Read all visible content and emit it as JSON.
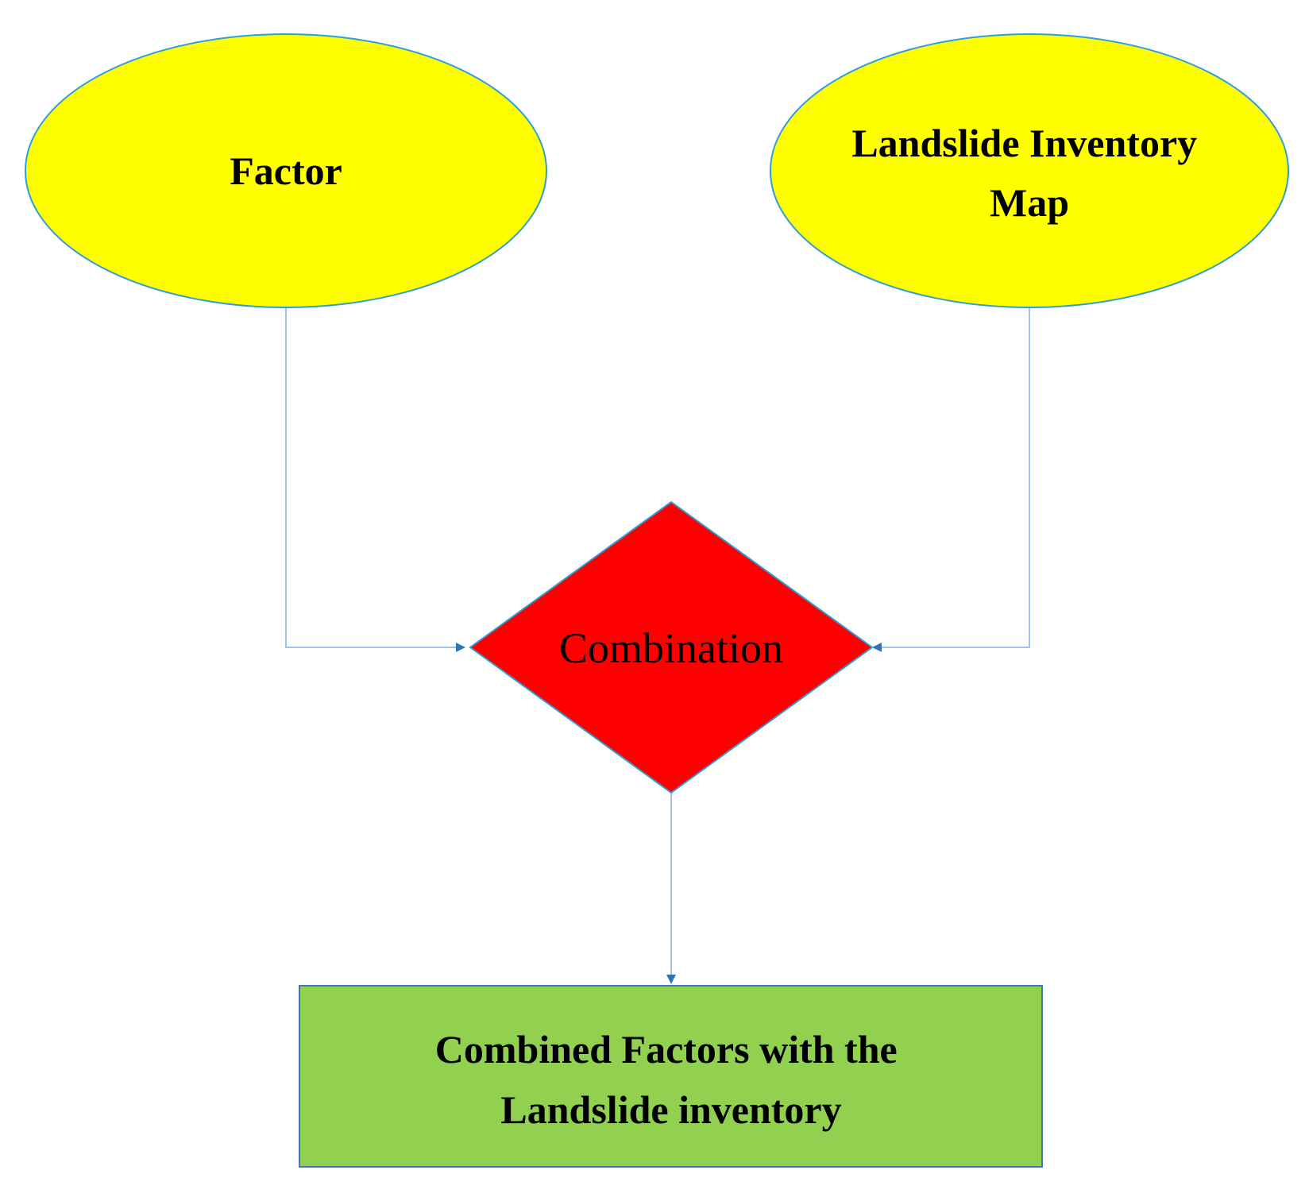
{
  "nodes": {
    "factor": {
      "lines": [
        "Factor"
      ],
      "fill": "#FFFF00",
      "stroke": "#2E9ED6"
    },
    "inventory_map": {
      "lines": [
        "Landslide Inventory",
        "Map"
      ],
      "fill": "#FFFF00",
      "stroke": "#2E9ED6"
    },
    "combination": {
      "lines": [
        "Combination"
      ],
      "fill": "#FF0000",
      "stroke": "#2E9ED6",
      "text_color": "#FFFFFF"
    },
    "combined": {
      "lines": [
        "Combined Factors with the",
        "Landslide inventory"
      ],
      "fill": "#92D050",
      "stroke": "#4472C4"
    }
  },
  "connector_color": "#9DC3E6",
  "arrowhead_color": "#2E75B6"
}
